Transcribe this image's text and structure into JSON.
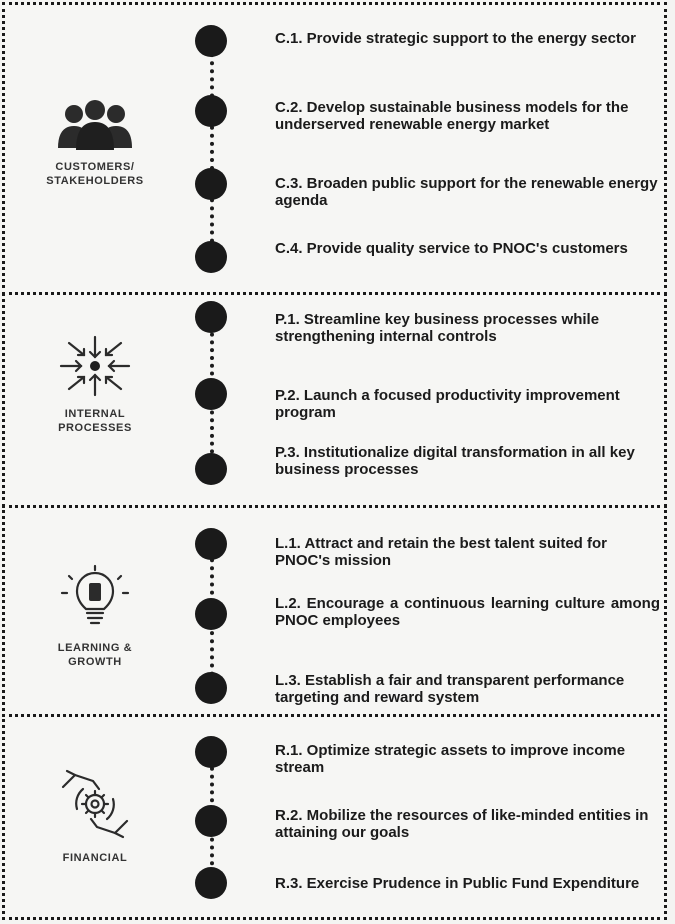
{
  "sections": [
    {
      "label": "CUSTOMERS/\nSTAKEHOLDERS",
      "icon": "people-group-icon",
      "items": [
        {
          "text": "C.1. Provide strategic support to the energy sector"
        },
        {
          "text": "C.2. Develop sustainable business models for the underserved renewable energy market"
        },
        {
          "text": "C.3. Broaden public support for the renewable energy agenda"
        },
        {
          "text": "C.4. Provide quality service to PNOC's customers"
        }
      ]
    },
    {
      "label": "INTERNAL\nPROCESSES",
      "icon": "converging-arrows-icon",
      "items": [
        {
          "text": "P.1. Streamline key business processes while strengthening internal controls"
        },
        {
          "text": "P.2. Launch a focused productivity improvement program"
        },
        {
          "text": "P.3. Institutionalize digital transformation in all key business processes"
        }
      ]
    },
    {
      "label": "LEARNING &\nGROWTH",
      "icon": "lightbulb-idea-icon",
      "items": [
        {
          "text": "L.1. Attract and retain the best talent suited for PNOC's mission"
        },
        {
          "text": "L.2. Encourage a continuous learning culture among PNOC employees"
        },
        {
          "text": "L.3. Establish a fair and transparent performance targeting and reward system"
        }
      ]
    },
    {
      "label": "FINANCIAL",
      "icon": "hands-gear-icon",
      "items": [
        {
          "text": "R.1. Optimize strategic assets to improve income stream"
        },
        {
          "text": "R.2. Mobilize the resources of like-minded entities in attaining our goals"
        },
        {
          "text": "R.3. Exercise Prudence in Public Fund Expenditure"
        }
      ]
    }
  ]
}
